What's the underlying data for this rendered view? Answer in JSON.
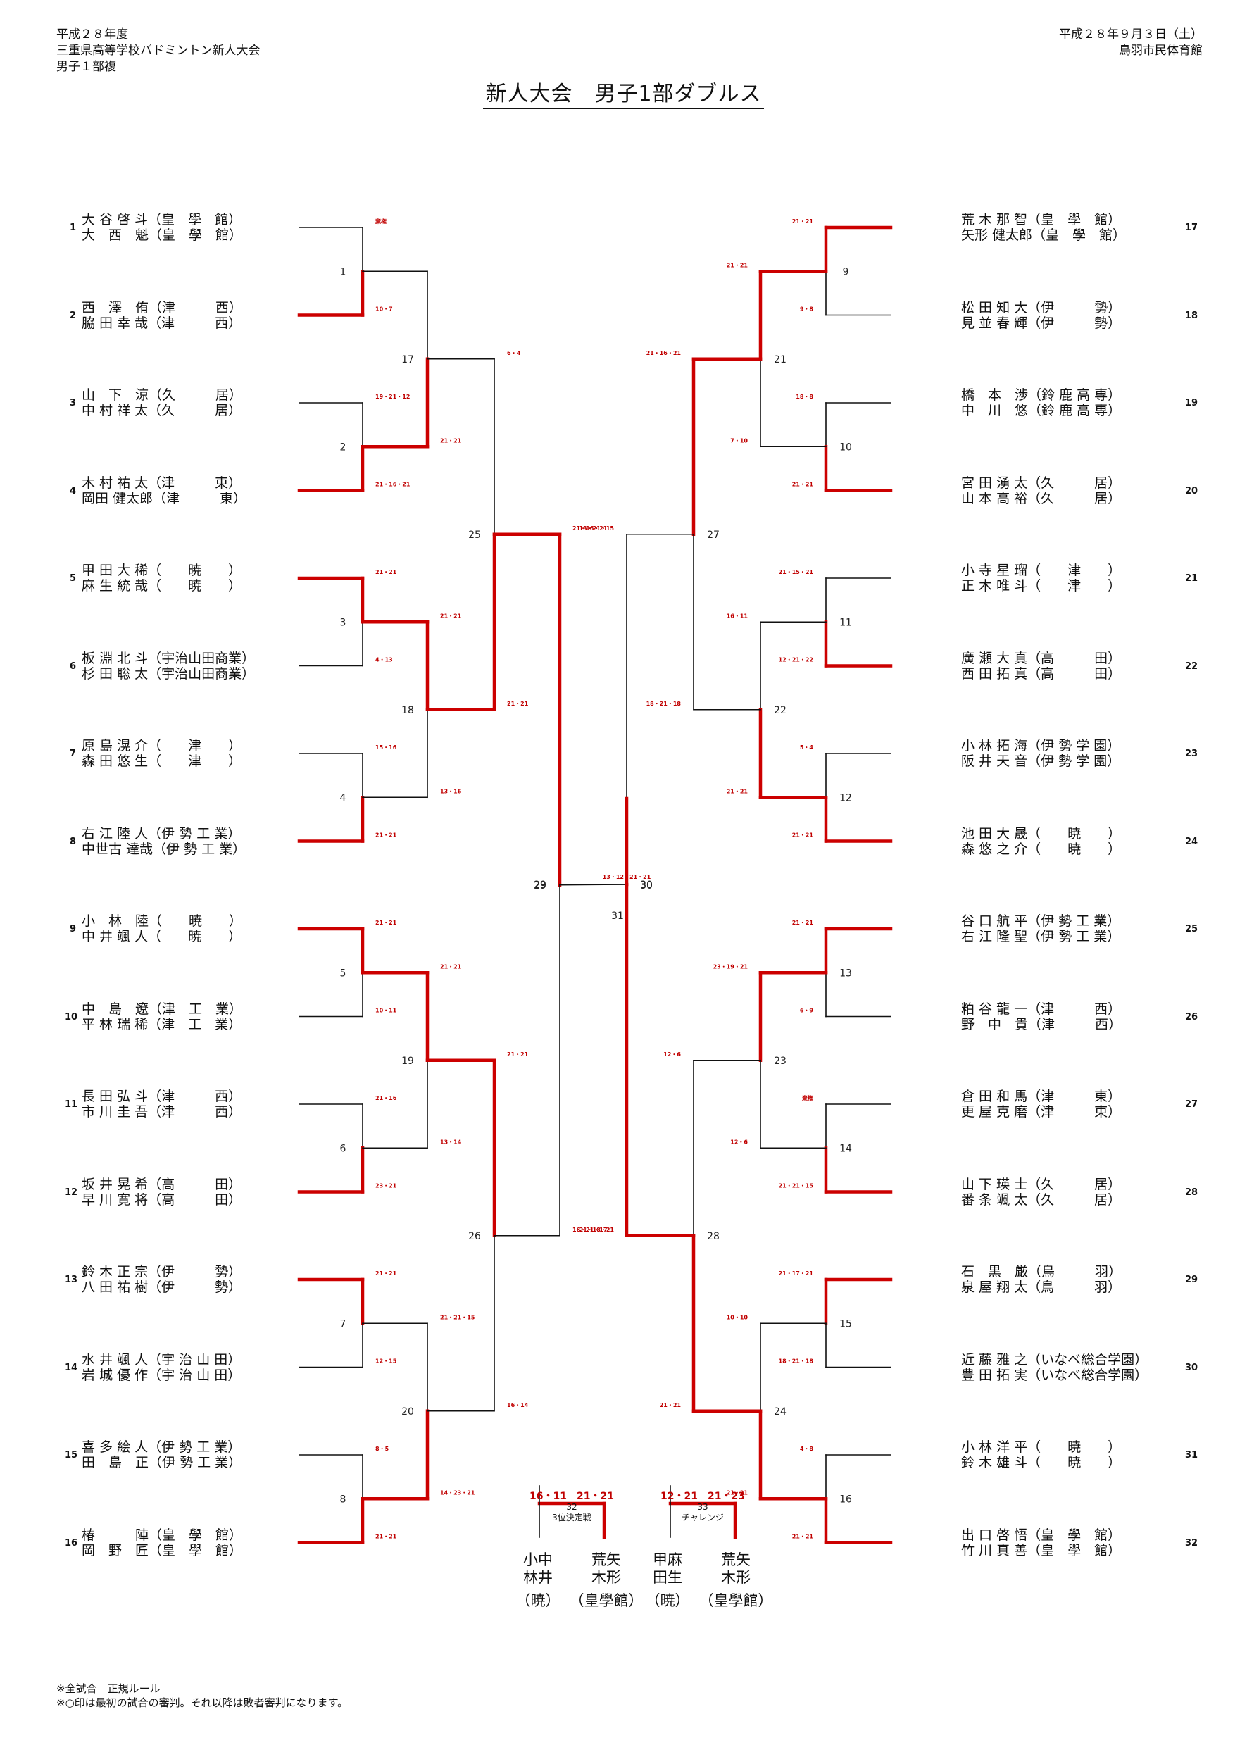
{
  "header": {
    "left_lines": [
      "平成２８年度",
      "三重県高等学校バドミントン新人大会",
      "男子１部複"
    ],
    "right_lines": [
      "平成２８年９月３日（土）",
      "鳥羽市民体育館"
    ],
    "title": "新人大会　男子1部ダブルス"
  },
  "colors": {
    "winner_line": "#cc0000",
    "line": "#111111",
    "score": "#c00000"
  },
  "left_entries": [
    {
      "num": "1",
      "line1": "大 谷 啓 斗（皇　學　館）",
      "line2": "大　西　魁（皇　學　館）"
    },
    {
      "num": "2",
      "line1": "西　澤　侑（津　　　西）",
      "line2": "脇 田 幸 哉（津　　　西）"
    },
    {
      "num": "3",
      "line1": "山　下　涼（久　　　居）",
      "line2": "中 村 祥 太（久　　　居）"
    },
    {
      "num": "4",
      "line1": "木 村 祐 太（津　　　東）",
      "line2": "岡田 健太郎（津　　　東）"
    },
    {
      "num": "5",
      "line1": "甲 田 大 稀（　　暁　　）",
      "line2": "麻 生 統 哉（　　暁　　）"
    },
    {
      "num": "6",
      "line1": "板 淵 北 斗（宇治山田商業）",
      "line2": "杉 田 聡 太（宇治山田商業）"
    },
    {
      "num": "7",
      "line1": "原 島 滉 介（　　津　　）",
      "line2": "森 田 悠 生（　　津　　）"
    },
    {
      "num": "8",
      "line1": "右 江 陸 人（伊 勢 工 業）",
      "line2": "中世古 達哉（伊 勢 工 業）"
    },
    {
      "num": "9",
      "line1": "小　林　陸（　　暁　　）",
      "line2": "中 井 颯 人（　　暁　　）"
    },
    {
      "num": "10",
      "line1": "中　島　遼（津　工　業）",
      "line2": "平 林 瑞 稀（津　工　業）"
    },
    {
      "num": "11",
      "line1": "長 田 弘 斗（津　　　西）",
      "line2": "市 川 圭 吾（津　　　西）"
    },
    {
      "num": "12",
      "line1": "坂 井 晃 希（高　　　田）",
      "line2": "早 川 寛 将（高　　　田）"
    },
    {
      "num": "13",
      "line1": "鈴 木 正 宗（伊　　　勢）",
      "line2": "八 田 祐 樹（伊　　　勢）"
    },
    {
      "num": "14",
      "line1": "水 井 颯 人（宇 治 山 田）",
      "line2": "岩 城 優 作（宇 治 山 田）"
    },
    {
      "num": "15",
      "line1": "喜 多 絵 人（伊 勢 工 業）",
      "line2": "田　島　正（伊 勢 工 業）"
    },
    {
      "num": "16",
      "line1": "椿　　　陣（皇　學　館）",
      "line2": "岡　野　匠（皇　學　館）"
    }
  ],
  "right_entries": [
    {
      "num": "17",
      "line1": "荒 木 那 智（皇　學　館）",
      "line2": "矢形 健太郎（皇　學　館）"
    },
    {
      "num": "18",
      "line1": "松 田 知 大（伊　　　勢）",
      "line2": "見 並 春 輝（伊　　　勢）"
    },
    {
      "num": "19",
      "line1": "橋　本　渉（鈴 鹿 高 専）",
      "line2": "中　川　悠（鈴 鹿 高 専）"
    },
    {
      "num": "20",
      "line1": "宮 田 湧 太（久　　　居）",
      "line2": "山 本 高 裕（久　　　居）"
    },
    {
      "num": "21",
      "line1": "小 寺 星 瑠（　　津　　）",
      "line2": "正 木 唯 斗（　　津　　）"
    },
    {
      "num": "22",
      "line1": "廣 瀬 大 真（高　　　田）",
      "line2": "西 田 拓 真（高　　　田）"
    },
    {
      "num": "23",
      "line1": "小 林 拓 海（伊 勢 学 園）",
      "line2": "阪 井 天 音（伊 勢 学 園）"
    },
    {
      "num": "24",
      "line1": "池 田 大 晟（　　暁　　）",
      "line2": "森 悠 之 介（　　暁　　）"
    },
    {
      "num": "25",
      "line1": "谷 口 航 平（伊 勢 工 業）",
      "line2": "右 江 隆 聖（伊 勢 工 業）"
    },
    {
      "num": "26",
      "line1": "粕 谷 龍 一（津　　　西）",
      "line2": "野　中　貴（津　　　西）"
    },
    {
      "num": "27",
      "line1": "倉 田 和 馬（津　　　東）",
      "line2": "更 屋 克 磨（津　　　東）"
    },
    {
      "num": "28",
      "line1": "山 下 瑛 士（久　　　居）",
      "line2": "番 条 颯 太（久　　　居）"
    },
    {
      "num": "29",
      "line1": "石　黒　厳（鳥　　　羽）",
      "line2": "泉 屋 翔 太（鳥　　　羽）"
    },
    {
      "num": "30",
      "line1": "近 藤 雅 之（いなべ総合学園）",
      "line2": "豊 田 拓 実（いなべ総合学園）"
    },
    {
      "num": "31",
      "line1": "小 林 洋 平（　　暁　　）",
      "line2": "鈴 木 雄 斗（　　暁　　）"
    },
    {
      "num": "32",
      "line1": "出 口 啓 悟（皇　學　館）",
      "line2": "竹 川 真 善（皇　學　館）"
    }
  ],
  "left_r1": [
    {
      "num": "1",
      "top": "棄権",
      "bottom": "10・7",
      "winner": "bottom"
    },
    {
      "num": "2",
      "top": "19・21・12",
      "bottom": "21・16・21",
      "winner": "bottom"
    },
    {
      "num": "3",
      "top": "21・21",
      "bottom": "4・13",
      "winner": "top"
    },
    {
      "num": "4",
      "top": "15・16",
      "bottom": "21・21",
      "winner": "bottom"
    },
    {
      "num": "5",
      "top": "21・21",
      "bottom": "10・11",
      "winner": "top"
    },
    {
      "num": "6",
      "top": "21・16",
      "bottom": "23・21",
      "winner": "bottom"
    },
    {
      "num": "7",
      "top": "21・21",
      "bottom": "12・15",
      "winner": "top"
    },
    {
      "num": "8",
      "top": "8・5",
      "bottom": "21・21",
      "winner": "bottom"
    }
  ],
  "left_r2": [
    {
      "num": "17",
      "top": "",
      "bottom": "21・21",
      "winner": "bottom"
    },
    {
      "num": "18",
      "top": "21・21",
      "bottom": "13・16",
      "winner": "top"
    },
    {
      "num": "19",
      "top": "21・21",
      "bottom": "13・14",
      "winner": "top"
    },
    {
      "num": "20",
      "top": "21・21・15",
      "bottom": "14・23・21",
      "winner": "bottom"
    }
  ],
  "left_r3": [
    {
      "num": "25",
      "top": "6・4",
      "bottom": "21・21",
      "winner": "bottom"
    },
    {
      "num": "26",
      "top": "21・21",
      "bottom": "16・14",
      "winner": "top"
    }
  ],
  "left_r4": [
    {
      "num": "29",
      "top": "21・16・21",
      "bottom": "16・21・17",
      "winner": "top"
    }
  ],
  "right_r1": [
    {
      "num": "9",
      "top": "21・21",
      "bottom": "9・8",
      "winner": "top"
    },
    {
      "num": "10",
      "top": "18・8",
      "bottom": "21・21",
      "winner": "bottom"
    },
    {
      "num": "11",
      "top": "21・15・21",
      "bottom": "12・21・22",
      "winner": "bottom"
    },
    {
      "num": "12",
      "top": "5・4",
      "bottom": "21・21",
      "winner": "bottom"
    },
    {
      "num": "13",
      "top": "21・21",
      "bottom": "6・9",
      "winner": "top"
    },
    {
      "num": "14",
      "top": "棄権",
      "bottom": "21・21・15",
      "winner": "bottom"
    },
    {
      "num": "15",
      "top": "21・17・21",
      "bottom": "18・21・18",
      "winner": "top"
    },
    {
      "num": "16",
      "top": "4・8",
      "bottom": "21・21",
      "winner": "bottom"
    }
  ],
  "right_r2": [
    {
      "num": "21",
      "top": "21・21",
      "bottom": "7・10",
      "winner": "top"
    },
    {
      "num": "22",
      "top": "16・11",
      "bottom": "21・21",
      "winner": "bottom"
    },
    {
      "num": "23",
      "top": "23・19・21",
      "bottom": "12・6",
      "winner": "top"
    },
    {
      "num": "24",
      "top": "10・10",
      "bottom": "21・21",
      "winner": "bottom"
    }
  ],
  "right_r3": [
    {
      "num": "27",
      "top": "21・16・21",
      "bottom": "18・21・18",
      "winner": "top"
    },
    {
      "num": "28",
      "top": "12・6",
      "bottom": "21・21",
      "winner": "bottom"
    }
  ],
  "right_r4": [
    {
      "num": "30",
      "top": "13・21・15",
      "bottom": "21・18・21",
      "winner": "bottom"
    }
  ],
  "final": {
    "num": "31",
    "score": "13・12・21・21",
    "winner": "right"
  },
  "placement": [
    {
      "num": "32",
      "label": "3位決定戦",
      "score": "16・11　21・21",
      "names": [
        "小中",
        "林井"
      ],
      "names2": [
        "荒矢",
        "木形"
      ],
      "school1": "（暁）",
      "school2": "（皇學館）",
      "winner": "right"
    },
    {
      "num": "33",
      "label": "チャレンジ",
      "score": "12・21　21・23",
      "names": [
        "甲麻",
        "田生"
      ],
      "names2": [
        "荒矢",
        "木形"
      ],
      "school1": "（暁）",
      "school2": "（皇學館）",
      "winner": "right"
    }
  ],
  "footer": [
    "※全試合　正規ルール",
    "※○印は最初の試合の審判。それ以降は敗者審判になります。"
  ]
}
